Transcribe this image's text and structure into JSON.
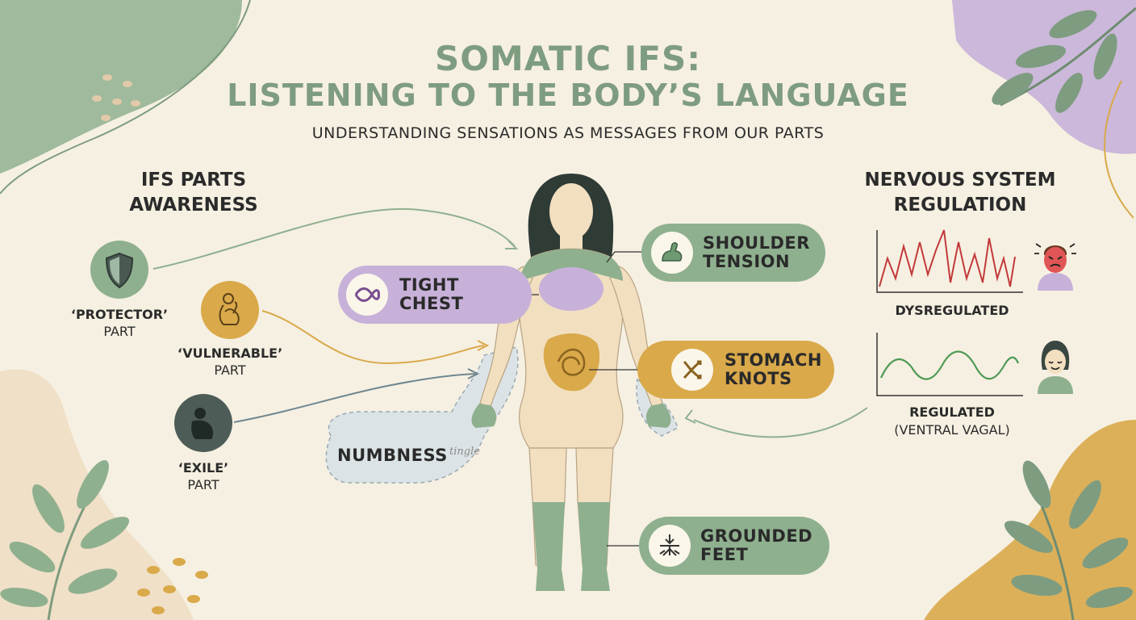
{
  "header": {
    "title_line1": "SOMATIC IFS:",
    "title_line2": "LISTENING TO THE BODY’S LANGUAGE",
    "subtitle": "UNDERSTANDING SENSATIONS AS MESSAGES FROM OUR PARTS"
  },
  "parts_section": {
    "title_line1": "IFS PARTS",
    "title_line2": "AWARENESS",
    "parts": [
      {
        "name": "‘PROTECTOR’",
        "suffix": "PART",
        "icon": "shield-icon"
      },
      {
        "name": "‘VULNERABLE’",
        "suffix": "PART",
        "icon": "curled-figure-icon"
      },
      {
        "name": "‘EXILE’",
        "suffix": "PART",
        "icon": "hiding-figure-icon"
      }
    ]
  },
  "sensations": [
    {
      "label": "SHOULDER\nTENSION",
      "icon": "flexed-arm-icon"
    },
    {
      "label": "TIGHT\nCHEST",
      "icon": "knot-icon"
    },
    {
      "label": "STOMACH\nKNOTS",
      "icon": "twisted-arrows-icon"
    },
    {
      "label": "NUMBNESS",
      "note": "tingle"
    },
    {
      "label": "GROUNDED\nFEET",
      "icon": "roots-icon"
    }
  ],
  "regulation_section": {
    "title_line1": "NERVOUS SYSTEM",
    "title_line2": "REGULATION",
    "states": [
      {
        "label": "DYSREGULATED",
        "sublabel": "",
        "icon": "distressed-face-icon"
      },
      {
        "label": "REGULATED",
        "sublabel": "(VENTRAL VAGAL)",
        "icon": "calm-face-icon"
      }
    ]
  },
  "colors": {
    "background": "#f6f0e2",
    "sage": "#8fb08f",
    "lavender": "#c7b1d9",
    "mustard": "#d9a94a",
    "skin": "#f2dfc0",
    "accent_red": "#c23a3a",
    "accent_green": "#4f9a55"
  }
}
